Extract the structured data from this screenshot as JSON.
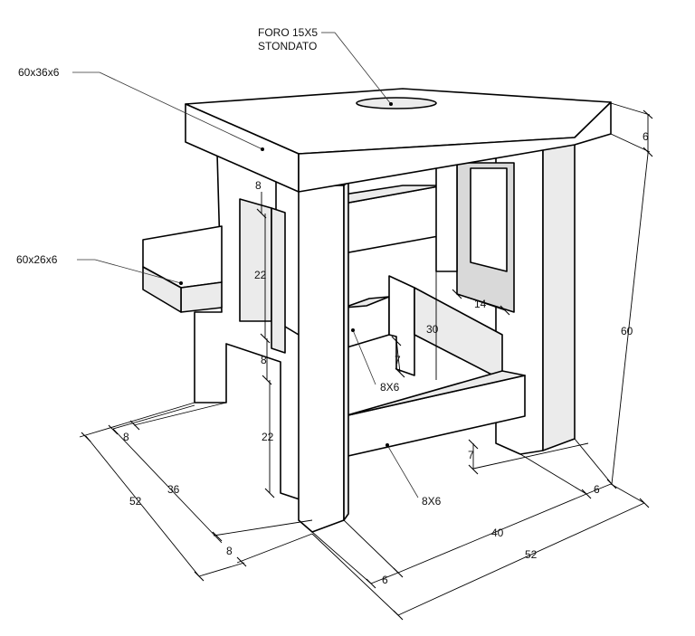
{
  "callouts": {
    "top_board": "60x36x6",
    "step_board": "60x26x6",
    "slot_line1": "FORO 15X5",
    "slot_line2": "STONDATO",
    "rail_inner": "8X6",
    "rail_lower": "8X6"
  },
  "dimensions": {
    "top_thickness": "6",
    "total_height": "60",
    "window_width": "14",
    "inner_height": "30",
    "upper_rail_height": "8",
    "window_height": "22",
    "middle_rail_height": "8",
    "foot_height": "22",
    "rail_thickness_a": "7",
    "rail_thickness_b": "7",
    "depth_total": "52",
    "depth_front_post": "8",
    "depth_gap": "36",
    "depth_back_post": "8",
    "width_left_post": "6",
    "width_gap": "40",
    "width_right_post": "6",
    "width_total": "52"
  }
}
